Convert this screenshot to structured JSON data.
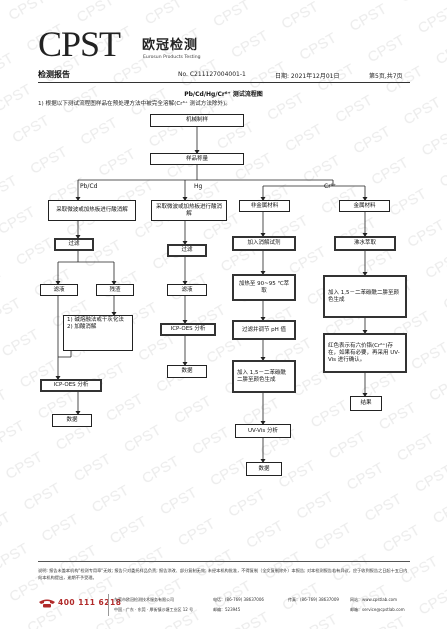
{
  "brand": {
    "name": "CPST",
    "chinese": "欧冠检测",
    "english": "Eurosun Products Testing"
  },
  "report_title": "检测报告",
  "report_no": "No. C211127004001-1",
  "date": "日期: 2021年12月01日",
  "page_no": "第5页,共7页",
  "section_title": "Pb/Cd/Hg/Cr⁶⁺ 测试流程图",
  "intro": "1)  根据以下测试流程图样品在预处理方法中被完全溶解(Cr⁶⁺ 测试方法除外)。",
  "flow": {
    "cutting": "机械制样",
    "weighing": "样品称量",
    "branch_pbcd": "Pb/Cd",
    "branch_hg": "Hg",
    "branch_cr": "Cr⁶⁺",
    "pbcd_digest": "采取微波或加热板进行酸消解",
    "pbcd_filter": "过滤",
    "pbcd_filtrate": "滤液",
    "pbcd_residue": "残渣",
    "pbcd_residue_steps": [
      "1)  碱熔融法或干灰化法",
      "2)  加酸消解"
    ],
    "pbcd_icp": "ICP-OES 分析",
    "pbcd_data": "数据",
    "hg_digest": "采取微波或加热板进行酸消解",
    "hg_filter": "过滤",
    "hg_filtrate": "滤液",
    "hg_icp": "ICP-OES 分析",
    "hg_data": "数据",
    "nm": "非金属材料",
    "nm_step1": "加入消解试剂",
    "nm_step2": "加热至 90~95 ℃萃取",
    "nm_step3": "过滤并调节 pH 值",
    "nm_step4": "加入 1,5－二苯碳酰二肼至颜色生成",
    "nm_uv": "UV-Vis 分析",
    "nm_data": "数据",
    "m": "金属材料",
    "m_step1": "沸水萃取",
    "m_step2": "加入 1,5－二苯碳酰二肼至颜色生成",
    "m_step3": "红色表示有六价铬(Cr⁶⁺)存在，如果有必要，再采用 UV-Vis 进行确认。",
    "m_result": "结果"
  },
  "footer": {
    "note": "说明: 报告未盖本机构\"检测专用章\"无效; 报告只对委托样品负责; 报告涂改、部分复制无效; 未经本机构批准，不得复制（全文复制除外）本报告; 对本检测报告若有异议，应于收到报告之日起十五日内向本机构提出，逾期不予受理。",
    "phone": "400 111 6218",
    "company": "东莞市欧冠检测技术服务有限公司",
    "address": "中国 · 广东 · 东莞 · 厚街镇沙塘工业区 12 号",
    "tel_label": "电话：",
    "tel": "(86-769) 38637006",
    "fax_label": "传真：",
    "fax": "(86-769) 38637009",
    "post_label": "邮编：",
    "post": "523945",
    "web_label": "网站：",
    "web": "www.cpstlab.com",
    "mail_label": "邮箱：",
    "mail": "service@cpstlab.com"
  },
  "colors": {
    "ink": "#222222",
    "watermark": "#e8e8e8",
    "hotline": "#b12a2a"
  }
}
